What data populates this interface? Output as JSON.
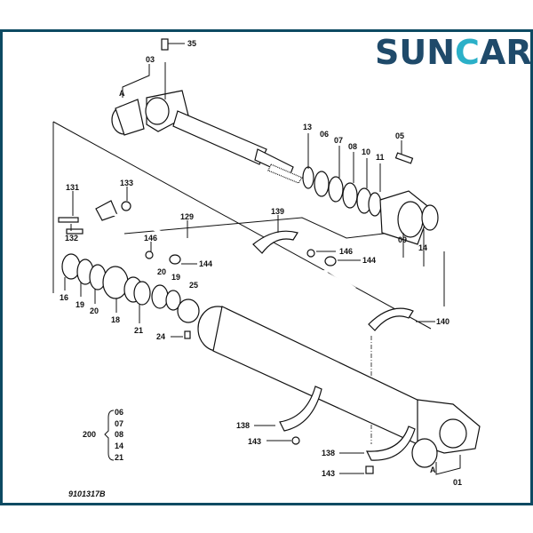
{
  "logo": {
    "text_left": "SUN",
    "text_c": "C",
    "text_right": "AR",
    "color_main": "#1f4a6a",
    "color_accent": "#2bb0c8"
  },
  "frame_color": "#0d4a62",
  "callouts": {
    "p35": "35",
    "p03": "03",
    "pA_top": "A",
    "p13": "13",
    "p06": "06",
    "p07": "07",
    "p08": "08",
    "p10": "10",
    "p11": "11",
    "p05": "05",
    "p09": "09",
    "p14": "14",
    "p131": "131",
    "p133": "133",
    "p132": "132",
    "p129": "129",
    "p139": "139",
    "p146_left": "146",
    "p144_left": "144",
    "p146_right": "146",
    "p144_right": "144",
    "p16": "16",
    "p19": "19",
    "p20": "20",
    "p18": "18",
    "p21": "21",
    "p20_top": "20",
    "p19_top": "19",
    "p25": "25",
    "p24": "24",
    "p140": "140",
    "p138_left": "138",
    "p143_left": "143",
    "p138_right": "138",
    "p143_right": "143",
    "pA_bottom": "A",
    "p01": "01"
  },
  "kit": {
    "label": "200",
    "items": [
      "06",
      "07",
      "08",
      "14",
      "21"
    ]
  },
  "drawing_code": "9101317B"
}
